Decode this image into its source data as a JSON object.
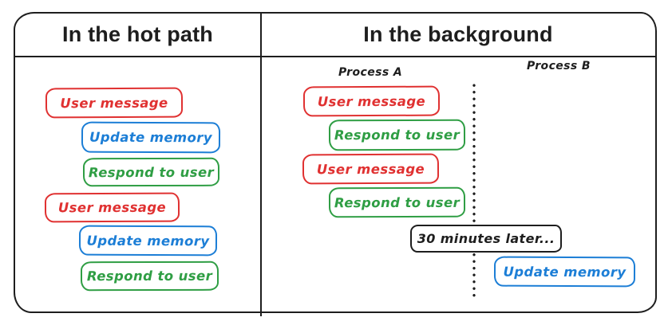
{
  "diagram": {
    "left_panel": {
      "title": "In the hot path",
      "steps": [
        {
          "label": "User message",
          "color": "#e03131"
        },
        {
          "label": "Update memory",
          "color": "#1c7ed6"
        },
        {
          "label": "Respond to user",
          "color": "#2f9e44"
        },
        {
          "label": "User message",
          "color": "#e03131"
        },
        {
          "label": "Update memory",
          "color": "#1c7ed6"
        },
        {
          "label": "Respond to user",
          "color": "#2f9e44"
        }
      ]
    },
    "right_panel": {
      "title": "In the background",
      "process_a": {
        "label": "Process A",
        "steps": [
          {
            "label": "User message",
            "color": "#e03131"
          },
          {
            "label": "Respond to user",
            "color": "#2f9e44"
          },
          {
            "label": "User message",
            "color": "#e03131"
          },
          {
            "label": "Respond to user",
            "color": "#2f9e44"
          }
        ]
      },
      "timer_note": {
        "label": "30 minutes later...",
        "color": "#1e1e1e"
      },
      "process_b": {
        "label": "Process B",
        "steps": [
          {
            "label": "Update memory",
            "color": "#1c7ed6"
          }
        ]
      }
    },
    "colors": {
      "red": "#e03131",
      "blue": "#1c7ed6",
      "green": "#2f9e44",
      "ink": "#1e1e1e",
      "background": "#ffffff"
    }
  }
}
